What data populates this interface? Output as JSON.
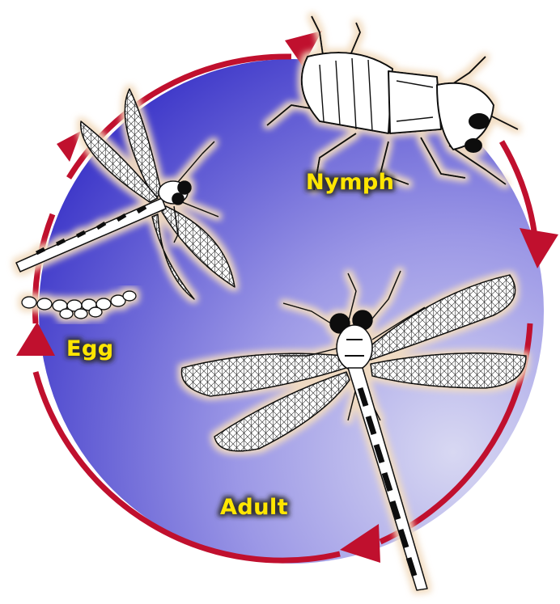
{
  "diagram": {
    "stages": {
      "nymph": {
        "label": "Nymph"
      },
      "egg": {
        "label": "Egg"
      },
      "adult": {
        "label": "Adult"
      }
    },
    "colors": {
      "cycle_arrow": "#c0102e",
      "disc_dark": "#3a34c8",
      "disc_light": "#d8d8f2",
      "label_fill": "#ffe600",
      "label_glow": "#2a2a2a",
      "insect_fill": "#ffffff",
      "insect_stroke": "#111111",
      "insect_halo": "#f2dcc0"
    },
    "icons": {
      "nymph": "dragonfly-nymph-illustration",
      "egg": "egg-cluster-illustration",
      "emerging": "emerging-dragonfly-illustration",
      "adult": "adult-dragonfly-illustration",
      "arrows": "cycle-arrow-icon"
    }
  }
}
